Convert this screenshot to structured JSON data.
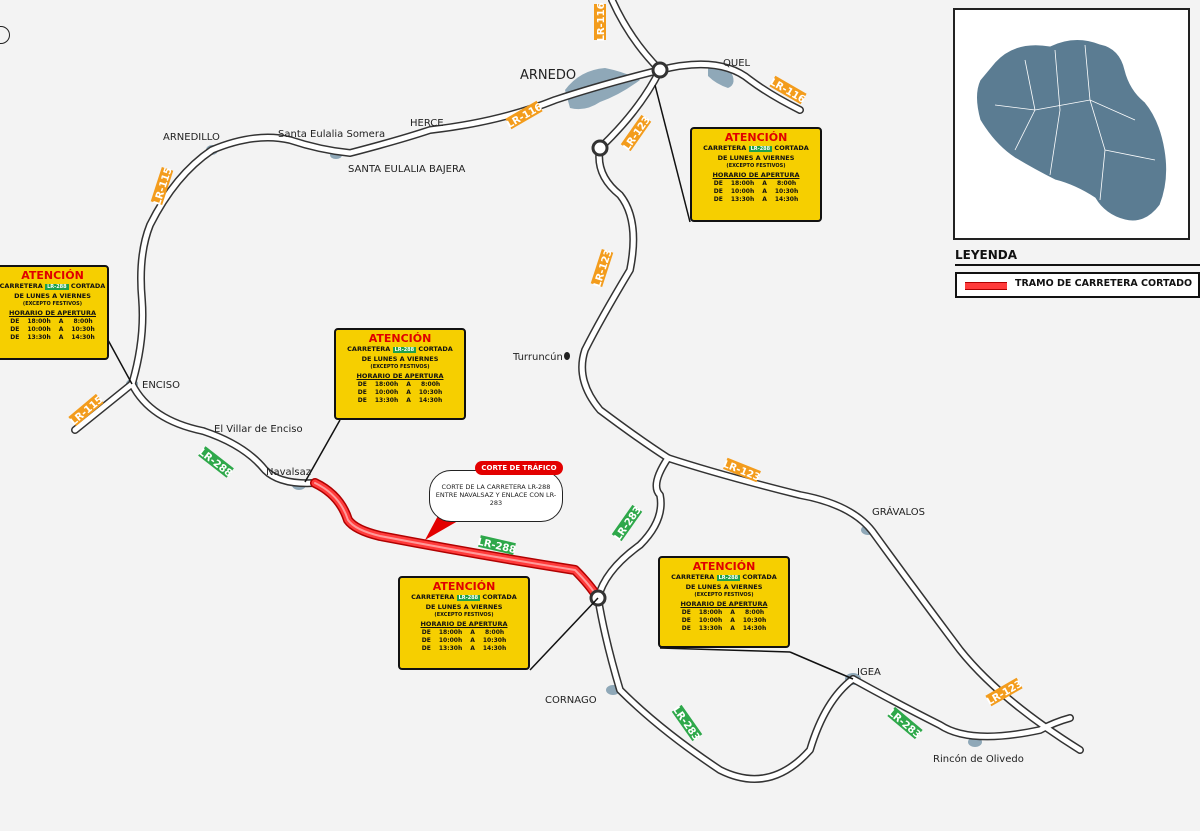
{
  "towns": {
    "arnedo": "ARNEDO",
    "quel": "QUEL",
    "arnedillo": "ARNEDILLO",
    "santa_eulalia_somera": "Santa Eulalia Somera",
    "herce": "HERCE",
    "santa_eulalia_bajera": "SANTA EULALIA BAJERA",
    "enciso": "ENCISO",
    "el_villar": "El Villar de Enciso",
    "navalsaz": "Navalsaz",
    "turruncun": "Turruncún",
    "gravalos": "GRÁVALOS",
    "igea": "IGEA",
    "cornago": "CORNAGO",
    "rincon": "Rincón de Olivedo"
  },
  "roads": {
    "lr115": "LR-115",
    "lr116": "LR-116",
    "lr123": "LR-123",
    "lr283": "LR-283",
    "lr288": "LR-288"
  },
  "notice": {
    "title": "ATENCIÓN",
    "carretera": "CARRETERA",
    "cortada": "CORTADA",
    "road_code": "LR-288",
    "days": "DE LUNES A VIERNES",
    "exception": "(EXCEPTO FESTIVOS)",
    "schedule_head": "HORARIO DE APERTURA",
    "rows": [
      {
        "de": "DE",
        "from": "18:00h",
        "a": "A",
        "to": "8:00h"
      },
      {
        "de": "DE",
        "from": "10:00h",
        "a": "A",
        "to": "10:30h"
      },
      {
        "de": "DE",
        "from": "13:30h",
        "a": "A",
        "to": "14:30h"
      }
    ]
  },
  "callout": {
    "tag": "CORTE DE TRÁFICO",
    "text": "CORTE DE LA CARRETERA LR-288 ENTRE NAVALSAZ Y ENLACE CON LR-283"
  },
  "legend": {
    "title": "LEYENDA",
    "item": "TRAMO DE CARRETERA CORTADO"
  },
  "colors": {
    "road_fill": "#ffffff",
    "road_casing": "#333333",
    "closed_road": "#ff3b3b",
    "badge_orange": "#f39c1c",
    "badge_green": "#2ea84a",
    "water": "#8fa8b8",
    "region": "#5b7c92",
    "notice_bg": "#f6cf00"
  }
}
